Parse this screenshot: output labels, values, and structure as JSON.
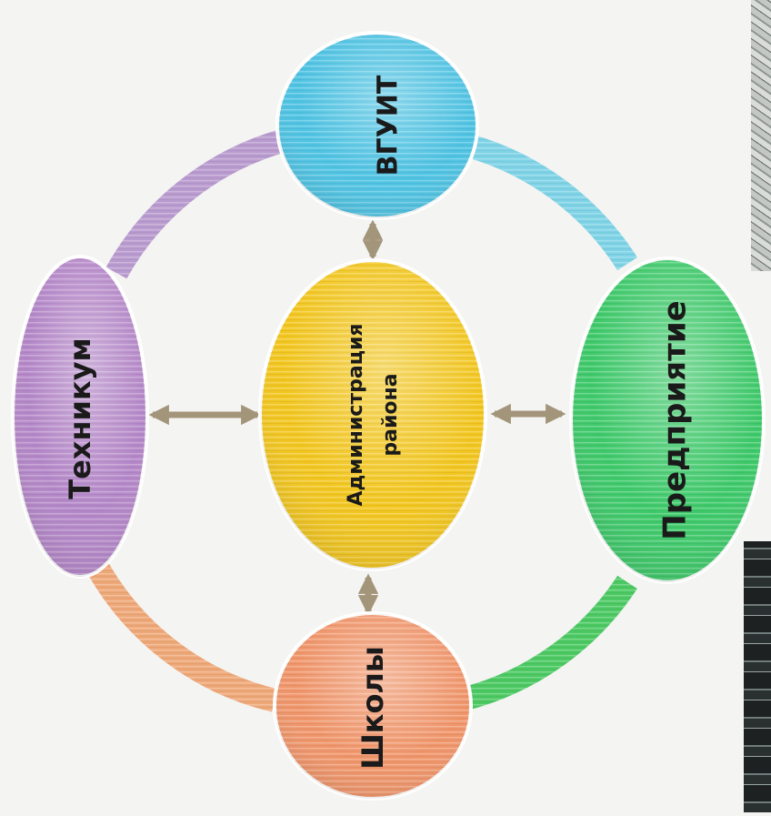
{
  "nodes": {
    "top": {
      "label": "ВГУИТ",
      "color": "#4fc3e3"
    },
    "right": {
      "label": "Предприятие",
      "color": "#3ec96a"
    },
    "bottom": {
      "label": "Школы",
      "color": "#f0956a"
    },
    "left": {
      "label": "Техникум",
      "color": "#b487c8"
    },
    "center": {
      "line1": "Администрация",
      "line2": "района",
      "color": "#f2c61f"
    }
  },
  "ring_colors": {
    "top_left": "#b99bcf",
    "top_right": "#7fd3e6",
    "bottom_right": "#4cc963",
    "bottom_left": "#eea878"
  },
  "arrow_color": "#a3957a"
}
